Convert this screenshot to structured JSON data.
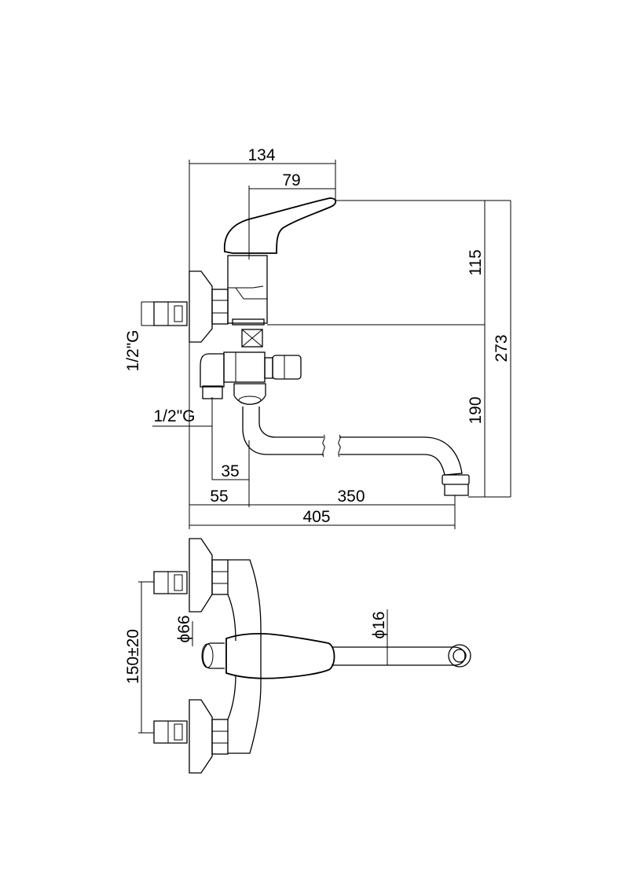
{
  "dimensions": {
    "total_depth": "134",
    "handle_depth": "79",
    "height_upper": "115",
    "total_height": "273",
    "height_lower": "190",
    "thread_top": "1/2\"G",
    "thread_outlet": "1/2\"G",
    "outlet_offset": "35",
    "wall_to_body": "55",
    "spout_reach": "350",
    "total_length": "405",
    "flange_diameter": "ϕ66",
    "spout_diameter": "ϕ16",
    "inlet_spacing": "150±20"
  }
}
